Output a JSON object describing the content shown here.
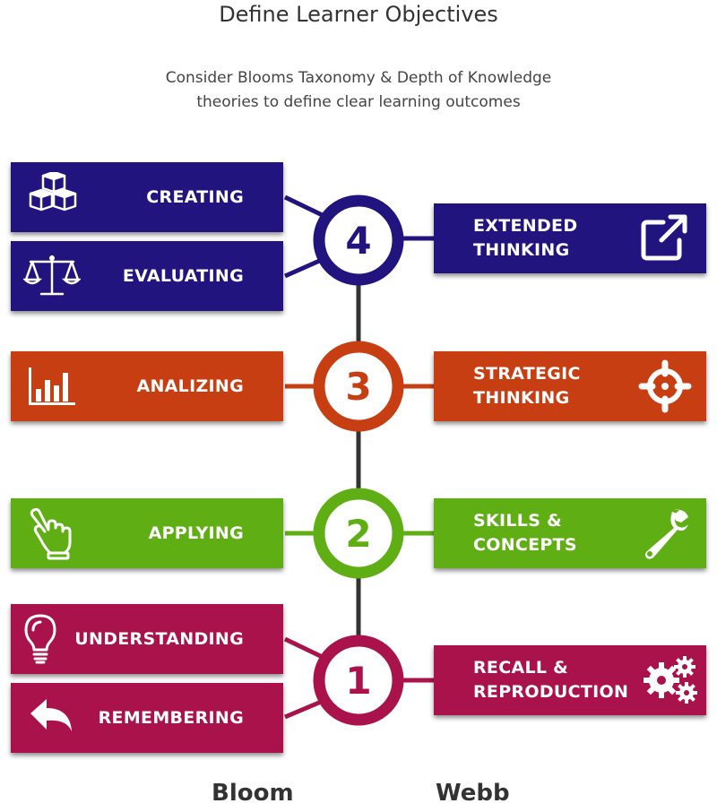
{
  "title": "Define Learner Objectives",
  "subtitle_line1": "Consider Blooms Taxonomy & Depth of Knowledge",
  "subtitle_line2": "theories to define clear learning outcomes",
  "footer": {
    "left": "Bloom",
    "right": "Webb"
  },
  "colors": {
    "level4": "#22147f",
    "level3": "#c73e12",
    "level2": "#5fae14",
    "level1": "#a9124a",
    "spine": "#333333"
  },
  "levels": [
    {
      "number": "4",
      "bloom": [
        "CREATING",
        "EVALUATING"
      ],
      "bloom_icons": [
        "cubes-icon",
        "scale-icon"
      ],
      "webb_line1": "EXTENDED",
      "webb_line2": "THINKING",
      "webb_icon": "external-link-icon"
    },
    {
      "number": "3",
      "bloom": [
        "ANALIZING"
      ],
      "bloom_icons": [
        "bar-chart-icon"
      ],
      "webb_line1": "STRATEGIC",
      "webb_line2": "THINKING",
      "webb_icon": "crosshair-icon"
    },
    {
      "number": "2",
      "bloom": [
        "APPLYING"
      ],
      "bloom_icons": [
        "pointing-hand-icon"
      ],
      "webb_line1": "SKILLS &",
      "webb_line2": "CONCEPTS",
      "webb_icon": "wrench-icon"
    },
    {
      "number": "1",
      "bloom": [
        "UNDERSTANDING",
        "REMEMBERING"
      ],
      "bloom_icons": [
        "lightbulb-icon",
        "undo-arrow-icon"
      ],
      "webb_line1": "RECALL &",
      "webb_line2": "REPRODUCTION",
      "webb_icon": "gears-icon"
    }
  ]
}
